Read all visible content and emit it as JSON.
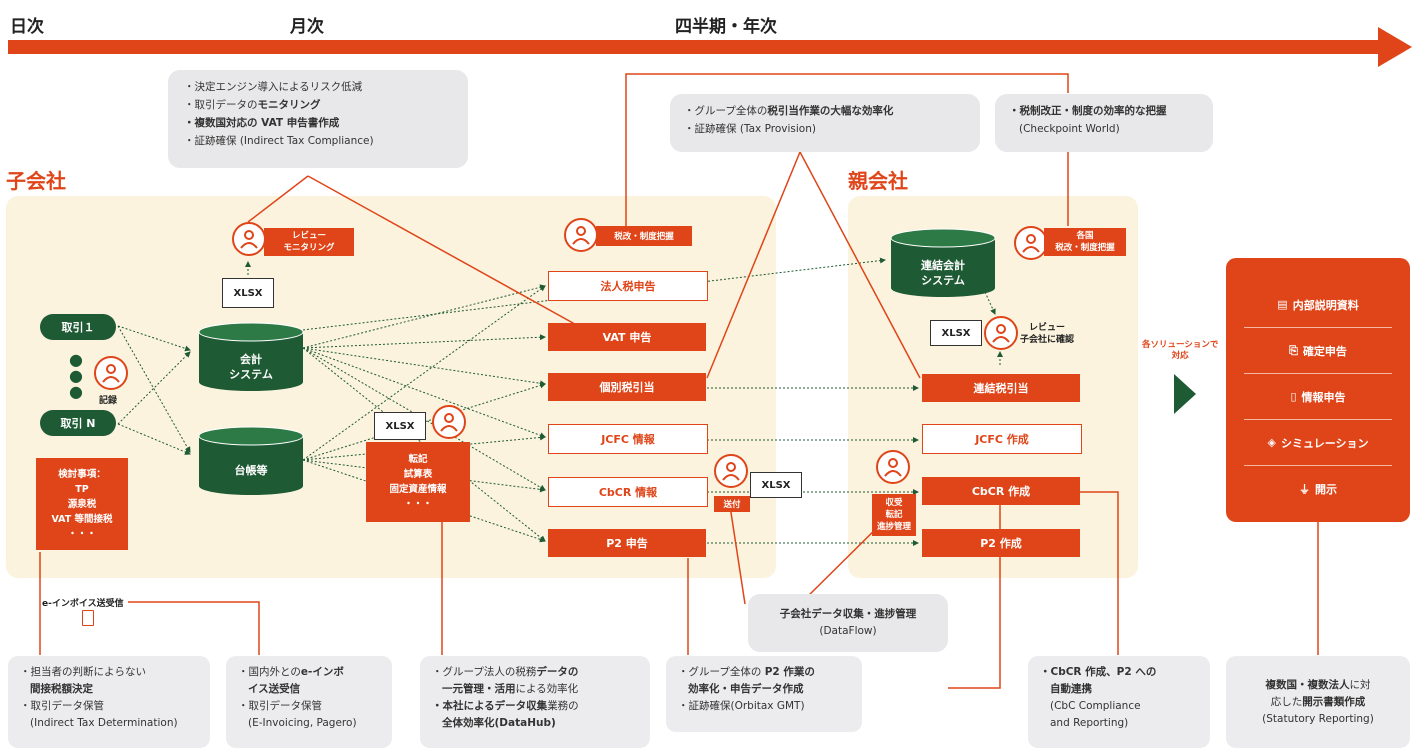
{
  "timeline": {
    "daily": "日次",
    "monthly": "月次",
    "quarterly": "四半期・年次"
  },
  "sections": {
    "subsidiary": "子会社",
    "parent": "親会社"
  },
  "top_notes": {
    "indirect_tax": [
      "・決定エンジン導入によるリスク低減",
      "・取引データの",
      "モニタリング",
      "・複数国対応の VAT 申告書作成",
      "・証跡確保 (Indirect Tax Compliance)"
    ],
    "tax_provision": [
      "・グループ全体の",
      "税引当作業の大幅な効率化",
      "・証跡確保 (Tax Provision)"
    ],
    "checkpoint": [
      "・税制改正・制度の効率的な把握",
      "(Checkpoint World)"
    ]
  },
  "subsidiary": {
    "transaction1": "取引１",
    "transaction_n": "取引 N",
    "dots": "・",
    "record": "記録",
    "review_tag": [
      "レビュー",
      "モニタリング"
    ],
    "xlsx": "XLSX",
    "accounting_db": [
      "会計",
      "システム"
    ],
    "ledger_db": "台帳等",
    "considerations": [
      "検討事項：",
      "TP",
      "源泉税",
      "VAT 等間接税",
      "・・・"
    ],
    "transfer_box": [
      "転記",
      "試算表",
      "固定資産情報",
      "・・・"
    ]
  },
  "filings": {
    "tax_tag": "税改・制度把握",
    "corporate_tax": "法人税申告",
    "vat": "VAT 申告",
    "individual_provision": "個別税引当",
    "jcfc_info": "JCFC 情報",
    "cbcr_info": "CbCR 情報",
    "p2_filing": "P2 申告",
    "send": "送付"
  },
  "parent": {
    "tag_countries": [
      "各国",
      "税改・制度把握"
    ],
    "consolidation_db": [
      "連結会計",
      "システム"
    ],
    "review": [
      "レビュー",
      "子会社に確認"
    ],
    "consolidated_provision": "連結税引当",
    "jcfc_create": "JCFC 作成",
    "cbcr_create": "CbCR 作成",
    "p2_create": "P2 作成",
    "receive_tag": [
      "収受",
      "転記",
      "進捗管理"
    ]
  },
  "solutions": {
    "label": [
      "各ソリューションで",
      "対応"
    ],
    "items": [
      {
        "icon": "document-icon",
        "glyph": "▤",
        "label": "内部説明資料"
      },
      {
        "icon": "filing-icon",
        "glyph": "⎘",
        "label": "確定申告"
      },
      {
        "icon": "info-file-icon",
        "glyph": "▯",
        "label": "情報申告"
      },
      {
        "icon": "layers-icon",
        "glyph": "◈",
        "label": "シミュレーション"
      },
      {
        "icon": "stamp-icon",
        "glyph": "⏚",
        "label": "開示"
      }
    ]
  },
  "dataflow": [
    "子会社データ収集・進捗管理",
    "(DataFlow)"
  ],
  "einvoice": "e-インボイス送受信",
  "bottom": {
    "b1": [
      "・担当者の判断によらない",
      "間接税額決定",
      "・取引データ保管",
      "(Indirect Tax Determination)"
    ],
    "b2": [
      "・国内外との",
      "e-インボ",
      "イス送受信",
      "・取引データ保管",
      "(E-Invoicing, Pagero)"
    ],
    "b3": [
      "・グループ法人の税務",
      "データの",
      "一元管理・活用",
      "による効率化",
      "・本社によるデータ収集",
      "業務の",
      "全体効率化",
      "(DataHub)"
    ],
    "b4": [
      "・グループ全体の ",
      "P2 作業の",
      "効率化・申告データ作成",
      "・証跡確保(Orbitax GMT)"
    ],
    "b5": [
      "・CbCR 作成、P2 への",
      "自動連携",
      "(CbC Compliance",
      "and Reporting)"
    ],
    "b6": [
      "複数国・複数法人",
      "に対",
      "応した",
      "開示書類作成",
      "(Statutory Reporting)"
    ]
  },
  "colors": {
    "accent": "#df4519",
    "green": "#1e5a33",
    "panel": "#fbf3de",
    "gray": "#e8e8ea"
  }
}
